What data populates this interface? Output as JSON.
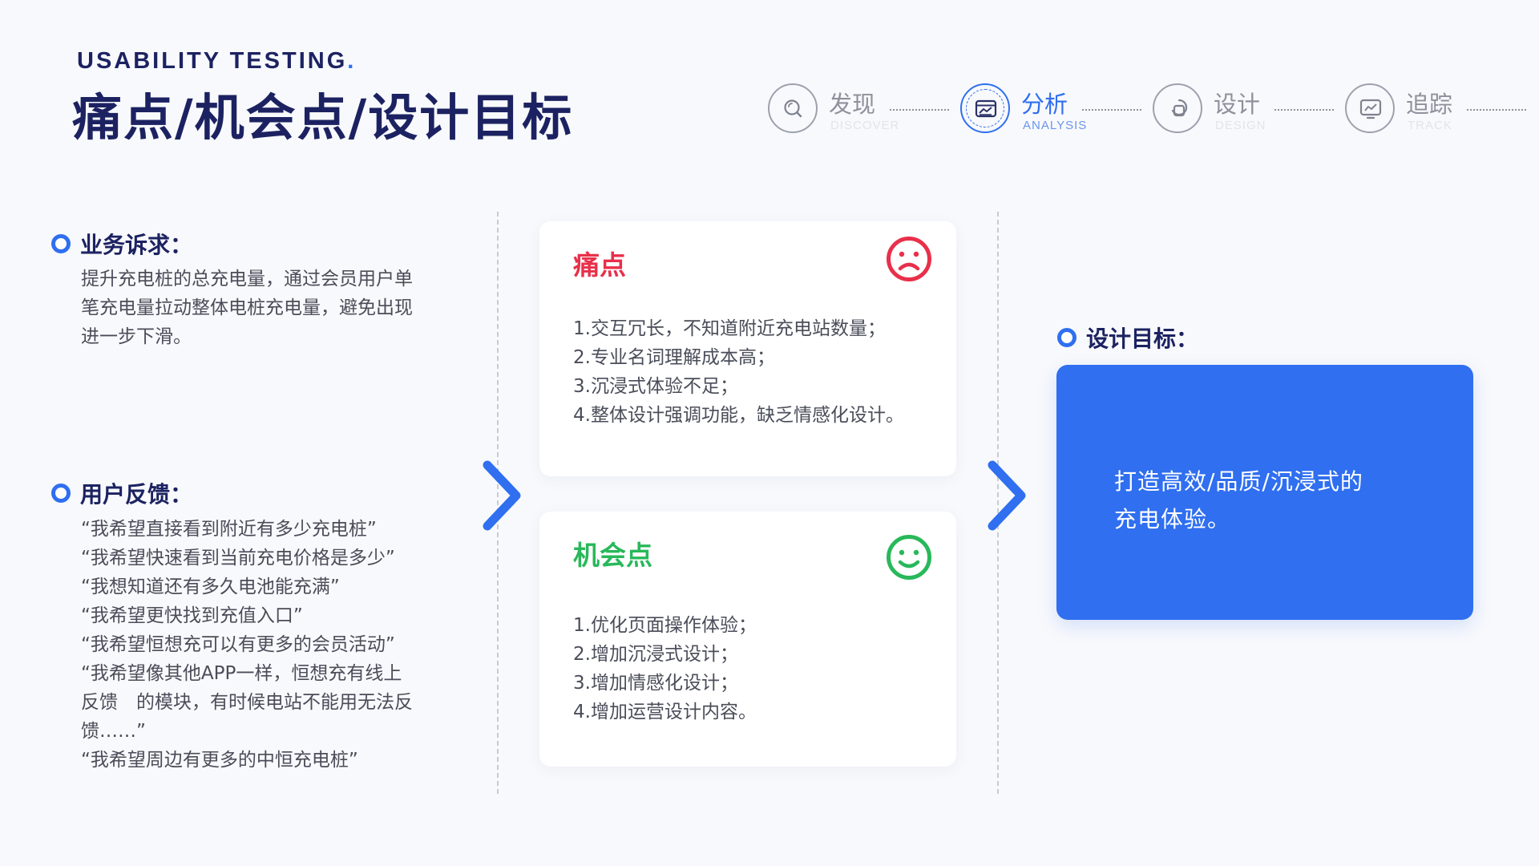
{
  "header": {
    "eyebrow": "USABILITY TESTING",
    "eyebrow_dot": ".",
    "title": "痛点/机会点/设计目标"
  },
  "steps": [
    {
      "label": "发现",
      "sub": "DISCOVER",
      "icon": "search-icon",
      "active": false
    },
    {
      "label": "分析",
      "sub": "ANALYSIS",
      "icon": "browser-chart-icon",
      "active": true
    },
    {
      "label": "设计",
      "sub": "DESIGN",
      "icon": "layers-icon",
      "active": false
    },
    {
      "label": "追踪",
      "sub": "TRACK",
      "icon": "monitor-chart-icon",
      "active": false
    }
  ],
  "business": {
    "heading": "业务诉求：",
    "lines": [
      "提升充电桩的总充电量，通过会员用户单",
      "笔充电量拉动整体电桩充电量，避免出现",
      "进一步下滑。"
    ]
  },
  "feedback": {
    "heading": "用户反馈：",
    "lines": [
      "“我希望直接看到附近有多少充电桩”",
      "“我希望快速看到当前充电价格是多少”",
      "“我想知道还有多久电池能充满”",
      "“我希望更快找到充值入口”",
      "“我希望恒想充可以有更多的会员活动”",
      "“我希望像其他APP一样，恒想充有线上",
      "反馈　的模块，有时候电站不能用无法反",
      "馈……”",
      "“我希望周边有更多的中恒充电桩”"
    ]
  },
  "pain": {
    "title": "痛点",
    "icon": "sad-face-icon",
    "items": [
      "1.交互冗长，不知道附近充电站数量；",
      "2.专业名词理解成本高；",
      "3.沉浸式体验不足；",
      "4.整体设计强调功能，缺乏情感化设计。"
    ]
  },
  "opportunity": {
    "title": "机会点",
    "icon": "happy-face-icon",
    "items": [
      "1.优化页面操作体验；",
      "2.增加沉浸式设计；",
      "3.增加情感化设计；",
      "4.增加运营设计内容。"
    ]
  },
  "goal": {
    "heading": "设计目标：",
    "lines": [
      "打造高效/品质/沉浸式的",
      "充电体验。"
    ]
  },
  "colors": {
    "accent": "#2f6ff0",
    "title_navy": "#1c2261",
    "pain_red": "#e8304a",
    "opportunity_green": "#28b85a"
  }
}
